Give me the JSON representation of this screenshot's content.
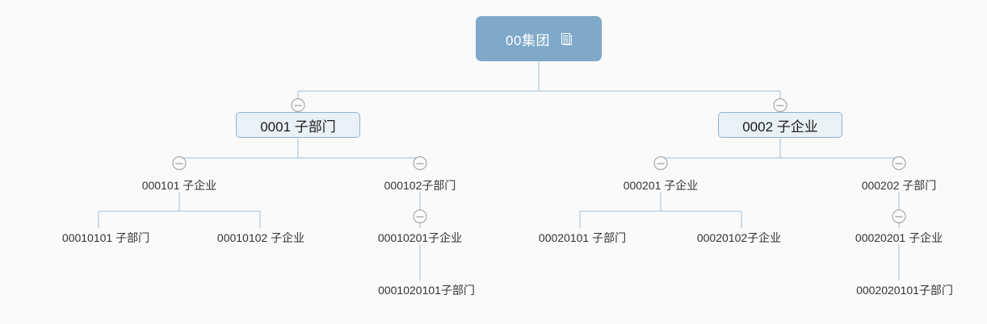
{
  "diagram": {
    "type": "org-tree",
    "title": "",
    "background_color": "#fafafa",
    "connector_color": "#9dbdd8",
    "root_fill_color": "#7ea9c9",
    "box_fill_color": "#e9f0f7",
    "box_border_color": "#8fb4d4",
    "toggle_color": "#9a9a9a"
  },
  "nodes": {
    "root": {
      "label": "00集团",
      "icon": "document-icon"
    },
    "level2": [
      {
        "label": "0001 子部门"
      },
      {
        "label": "0002 子企业"
      }
    ],
    "level3": [
      {
        "label": "000101 子企业"
      },
      {
        "label": "000102子部门"
      },
      {
        "label": "000201 子企业"
      },
      {
        "label": "000202 子部门"
      }
    ],
    "level4": [
      {
        "label": "00010101 子部门"
      },
      {
        "label": "00010102 子企业"
      },
      {
        "label": "00010201子企业"
      },
      {
        "label": "00020101 子部门"
      },
      {
        "label": "00020102子企业"
      },
      {
        "label": "00020201 子企业"
      }
    ],
    "level5": [
      {
        "label": "0001020101子部门"
      },
      {
        "label": "0002020101子部门"
      }
    ]
  },
  "toggles": {
    "collapse_label": "−"
  }
}
